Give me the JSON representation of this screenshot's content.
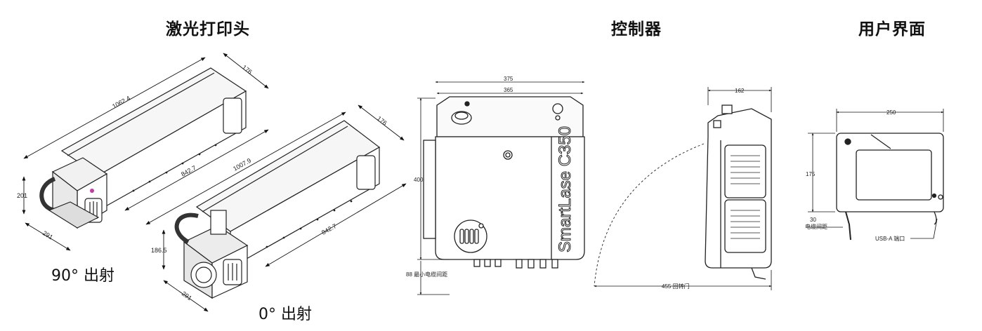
{
  "titles": {
    "laser_head": "激光打印头",
    "controller": "控制器",
    "user_interface": "用户界面"
  },
  "laser_head": {
    "caption_90": "90° 出射",
    "caption_0": "0° 出射",
    "head_90": {
      "length": "1062.4",
      "depth": "176",
      "height": "201",
      "width": "291"
    },
    "head_0": {
      "length_top": "842.7",
      "length": "1007.9",
      "depth": "176",
      "length_bottom": "842.7",
      "height": "186.5",
      "width": "291"
    }
  },
  "controller": {
    "width_outer": "375",
    "width_inner": "365",
    "height": "400",
    "bottom_clearance": "88 最小电缆间距",
    "side_depth": "162",
    "door_swing": "455 回转门",
    "brand_text": "SmartLase C350"
  },
  "user_interface": {
    "width": "250",
    "height": "175",
    "cable_clearance_value": "30",
    "cable_clearance_label": "电缆间距",
    "usb_label": "USB-A 端口"
  },
  "colors": {
    "line": "#222222",
    "accent": "#c43aa7"
  }
}
